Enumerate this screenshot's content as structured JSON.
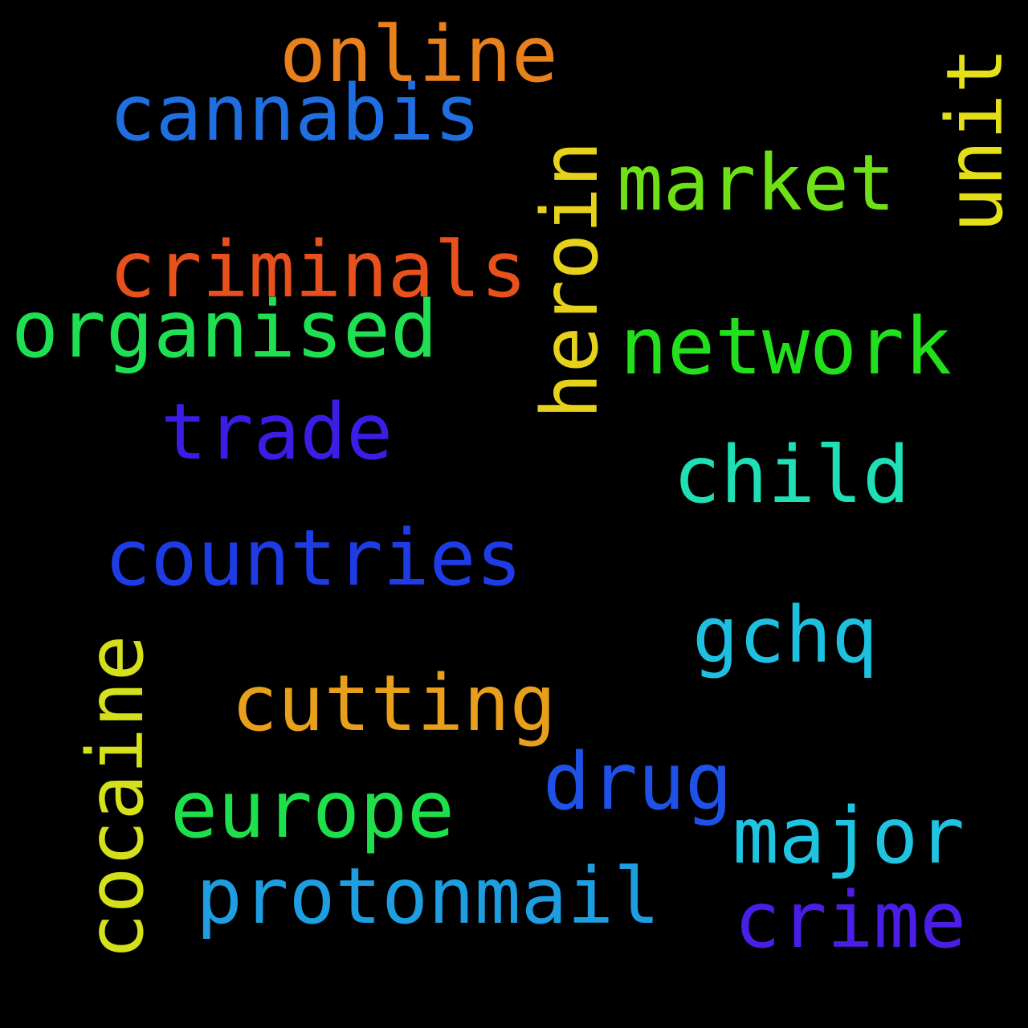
{
  "words": [
    {
      "text": "online",
      "color": "#e8801c",
      "orientation": "horizontal"
    },
    {
      "text": "cannabis",
      "color": "#1f6fe0",
      "orientation": "horizontal"
    },
    {
      "text": "market",
      "color": "#6ee016",
      "orientation": "horizontal"
    },
    {
      "text": "unit",
      "color": "#e3e01a",
      "orientation": "vertical"
    },
    {
      "text": "heroin",
      "color": "#e6d21a",
      "orientation": "vertical"
    },
    {
      "text": "criminals",
      "color": "#e8501c",
      "orientation": "horizontal"
    },
    {
      "text": "organised",
      "color": "#1ee052",
      "orientation": "horizontal"
    },
    {
      "text": "network",
      "color": "#22e01c",
      "orientation": "horizontal"
    },
    {
      "text": "trade",
      "color": "#3a1ee6",
      "orientation": "horizontal"
    },
    {
      "text": "child",
      "color": "#1ee0b4",
      "orientation": "horizontal"
    },
    {
      "text": "countries",
      "color": "#1e3ce6",
      "orientation": "horizontal"
    },
    {
      "text": "gchq",
      "color": "#1ec0e0",
      "orientation": "horizontal"
    },
    {
      "text": "cutting",
      "color": "#e8a01c",
      "orientation": "horizontal"
    },
    {
      "text": "cocaine",
      "color": "#d4e01a",
      "orientation": "vertical"
    },
    {
      "text": "drug",
      "color": "#1e52e6",
      "orientation": "horizontal"
    },
    {
      "text": "europe",
      "color": "#1ee04a",
      "orientation": "horizontal"
    },
    {
      "text": "major",
      "color": "#1ec4e0",
      "orientation": "horizontal"
    },
    {
      "text": "protonmail",
      "color": "#1e9ee0",
      "orientation": "horizontal"
    },
    {
      "text": "crime",
      "color": "#4a1ee6",
      "orientation": "horizontal"
    }
  ]
}
